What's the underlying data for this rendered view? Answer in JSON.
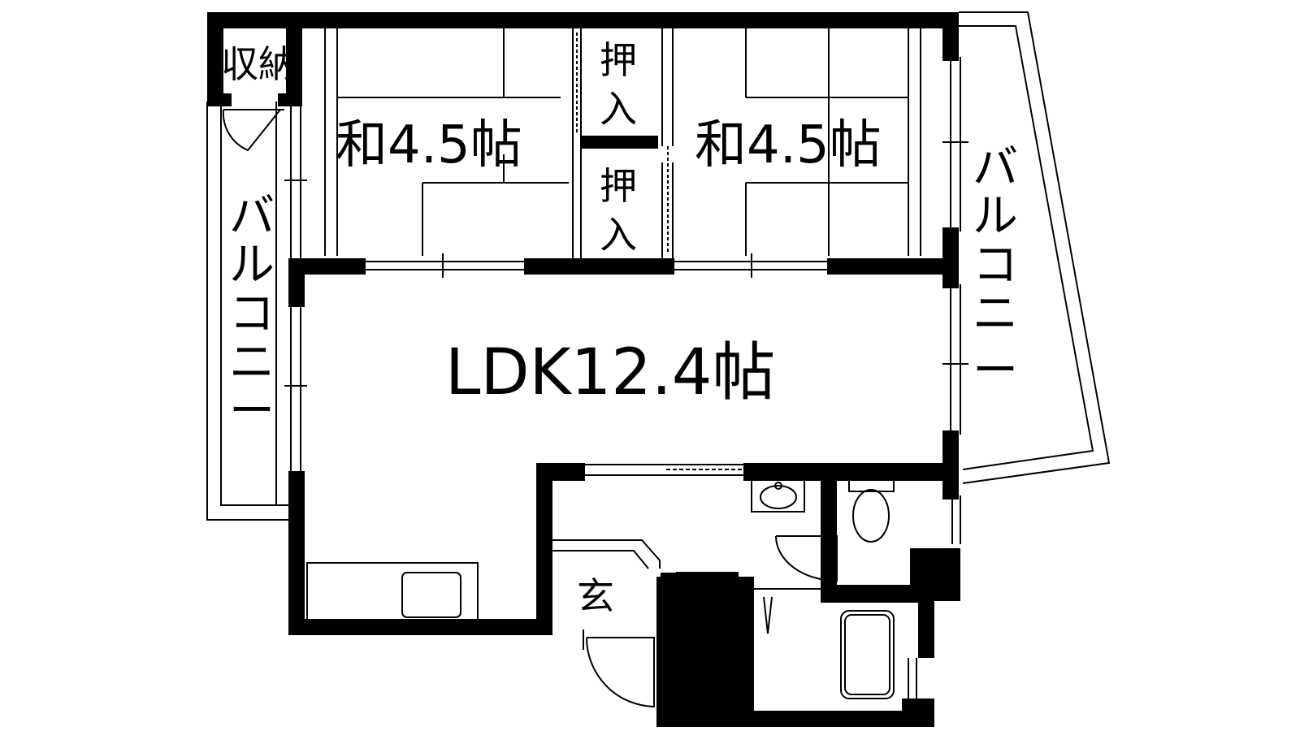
{
  "rooms": {
    "washitsu_left": "和4.5帖",
    "washitsu_right": "和4.5帖",
    "ldk": "LDK12.4帖",
    "storage": "収納",
    "genkan": "玄"
  },
  "closet_chars": [
    "押",
    "入"
  ],
  "balcony_chars": [
    "バ",
    "ル",
    "コ",
    "ニ",
    "ー"
  ],
  "colors": {
    "wall": "#000000",
    "background": "#ffffff"
  }
}
